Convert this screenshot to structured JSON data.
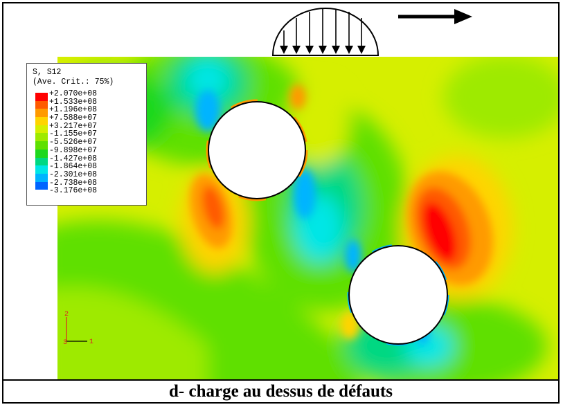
{
  "figure": {
    "caption": "d- charge au dessus de défauts",
    "field_variable": "S, S12",
    "averaging": "(Ave. Crit.: 75%)",
    "contour_levels": [
      {
        "label": "+2.070e+08",
        "color": "#ff0000"
      },
      {
        "label": "+1.533e+08",
        "color": "#ff5a00"
      },
      {
        "label": "+1.196e+08",
        "color": "#ff9a00"
      },
      {
        "label": "+7.588e+07",
        "color": "#ffd400"
      },
      {
        "label": "+3.217e+07",
        "color": "#d6ef00"
      },
      {
        "label": "-1.155e+07",
        "color": "#9eea00"
      },
      {
        "label": "-5.526e+07",
        "color": "#5ee000"
      },
      {
        "label": "-9.898e+07",
        "color": "#1ed81e"
      },
      {
        "label": "-1.427e+08",
        "color": "#00d882"
      },
      {
        "label": "-1.864e+08",
        "color": "#00e6e6"
      },
      {
        "label": "-2.301e+08",
        "color": "#00b4ff"
      },
      {
        "label": "-2.738e+08",
        "color": "#0064ff"
      },
      {
        "label": "-3.176e+08",
        "color": "#0000ff"
      }
    ],
    "triad": {
      "axis_vertical": "2",
      "axis_horizontal": "1",
      "axis_out": "3"
    },
    "load_direction": "right"
  }
}
